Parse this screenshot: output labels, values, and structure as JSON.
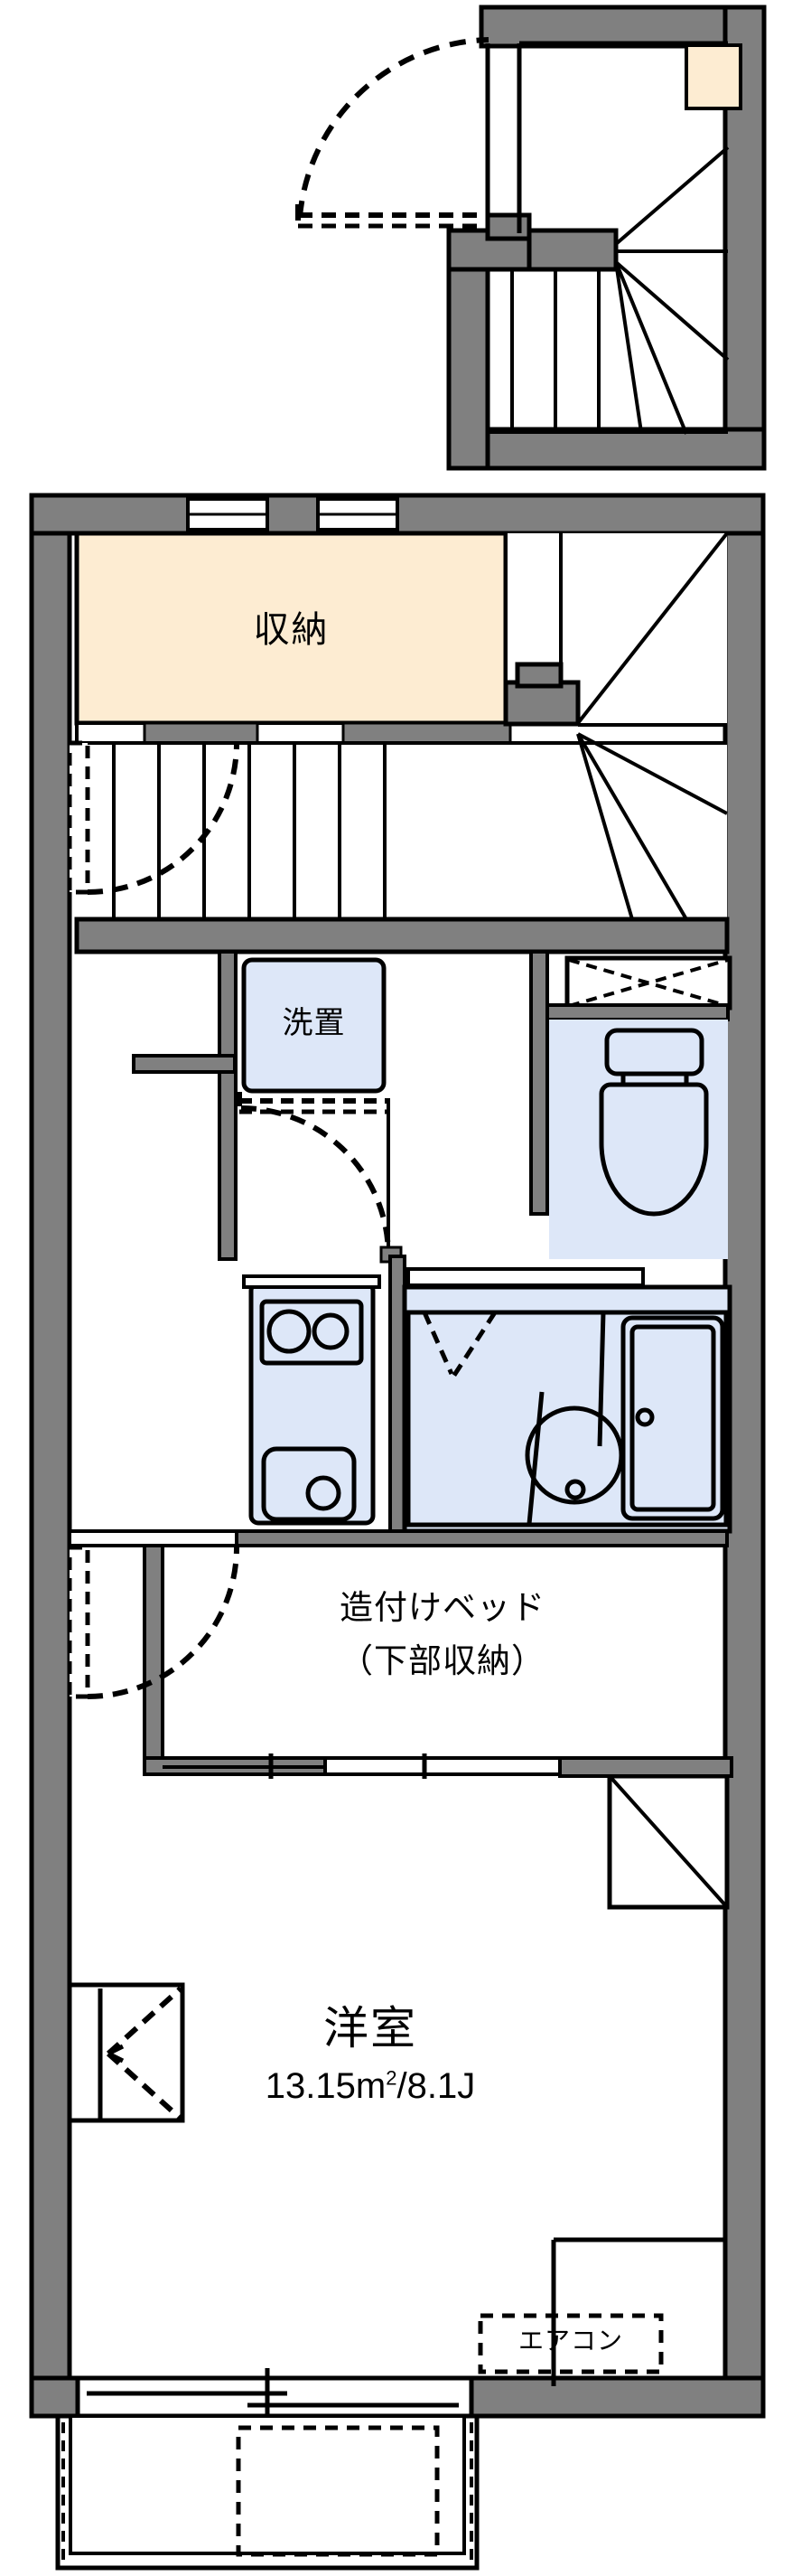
{
  "plan": {
    "type": "japanese-apartment-floor-plan",
    "layout_code": "1K",
    "floors": 2,
    "colors": {
      "wall_fill": "#808080",
      "wall_stroke": "#000000",
      "storage_fill": "#fdecd2",
      "water_fixture_fill": "#dde7f8",
      "background": "#ffffff",
      "line": "#000000"
    },
    "upper_plan": {
      "name": "loft-stair-plan",
      "description": "upper level entry and winder staircase"
    },
    "lower_plan": {
      "name": "main-floor-plan"
    }
  },
  "rooms": {
    "storage": {
      "label": "収納"
    },
    "laundry": {
      "label": "洗置"
    },
    "builtin_bed": {
      "label_line1": "造付けベッド",
      "label_line2": "（下部収納）"
    },
    "western_room": {
      "label": "洋室",
      "area_metric": "13.15",
      "area_unit": "m",
      "area_exponent": "2",
      "separator": "/",
      "area_jo": "8.1",
      "jo_unit": "J",
      "area_text": "13.15m2/8.1J"
    },
    "air_conditioner": {
      "label": "エアコン"
    }
  },
  "fixtures": {
    "toilet": {
      "name": "western-toilet"
    },
    "bathtub": {
      "name": "bathtub"
    },
    "washbasin": {
      "name": "round-washbasin"
    },
    "kitchen_stove": {
      "name": "two-burner-stove",
      "burners": 2
    },
    "kitchen_sink": {
      "name": "kitchen-sink"
    },
    "washer_space": {
      "name": "washing-machine-space"
    },
    "balcony": {
      "name": "balcony"
    },
    "pipe_shaft": {
      "name": "pipe-shaft"
    },
    "window": {
      "name": "casement-window"
    },
    "stairs_upper": {
      "name": "winder-staircase-upper"
    },
    "stairs_lower": {
      "name": "winder-staircase-lower"
    },
    "entry_door": {
      "name": "entrance-door"
    }
  }
}
